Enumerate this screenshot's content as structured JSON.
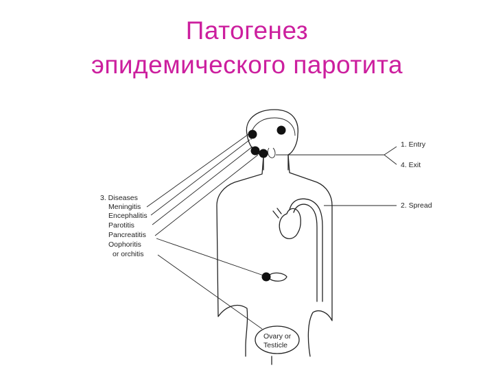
{
  "title": {
    "line1": "Патогенез",
    "line2": "эпидемического паротита"
  },
  "labels": {
    "entry": "1. Entry",
    "exit": "4. Exit",
    "spread": "2. Spread",
    "diseases_header": "3. Diseases",
    "diseases": [
      "Meningitis",
      "Encephalitis",
      "Parotitis",
      "Pancreatitis",
      "Oophoritis",
      "or orchitis"
    ],
    "gonad": [
      "Ovary or",
      "Testicle"
    ]
  },
  "colors": {
    "title": "#cc1f9e",
    "lines": "#222222"
  }
}
